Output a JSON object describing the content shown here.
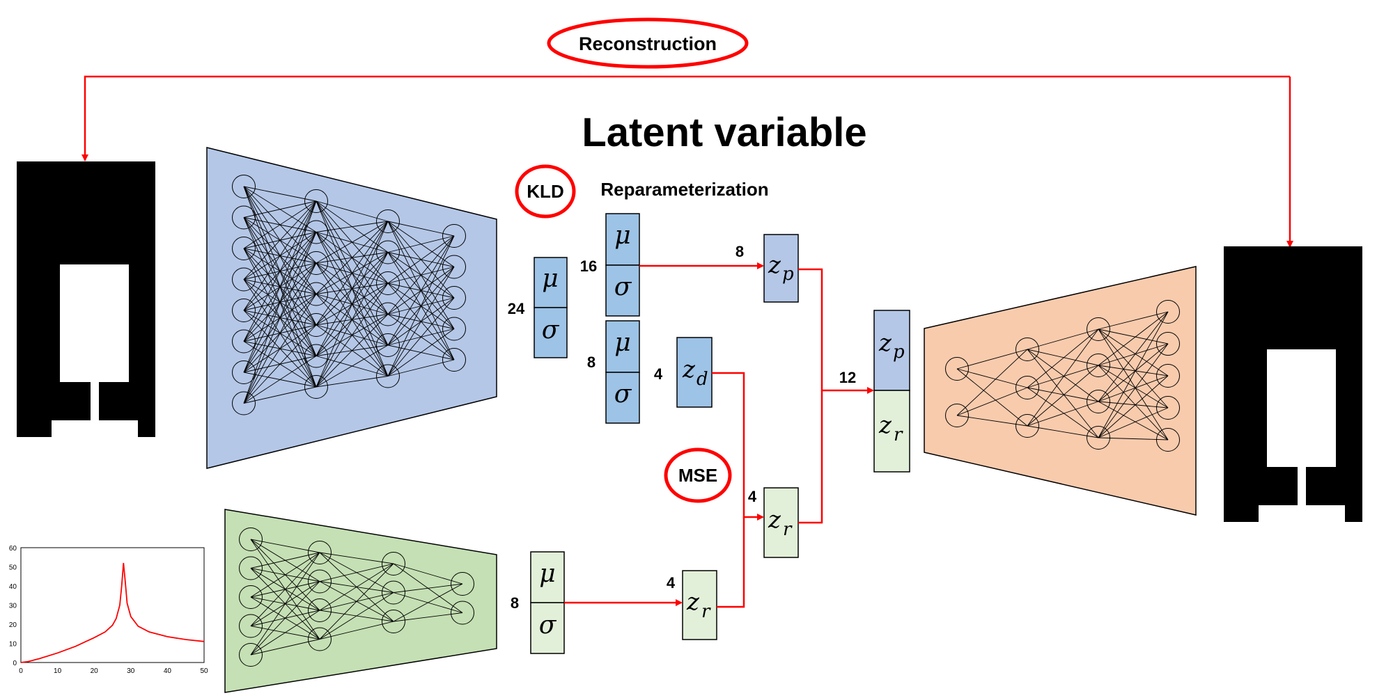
{
  "title": "Latent variable",
  "labels": {
    "reconstruction": "Reconstruction",
    "kld": "KLD",
    "mse": "MSE",
    "reparameterization": "Reparameterization"
  },
  "symbols": {
    "mu": "μ",
    "sigma": "σ",
    "z": "z",
    "p": "p",
    "d": "d",
    "r": "r"
  },
  "dims": {
    "enc_top": "24",
    "split_p": "16",
    "split_d": "8",
    "zd": "4",
    "zp": "8",
    "enc_bottom": "8",
    "zr_bottom": "4",
    "zr_mid": "4",
    "concat": "12"
  },
  "colors": {
    "encoder_top": "#b4c7e7",
    "encoder_bottom": "#c5e0b4",
    "decoder": "#f8cbad",
    "latent_blue": "#9dc3e6",
    "latent_p": "#b4c7e7",
    "latent_r": "#e2f0d9",
    "arrow": "#ff0000"
  },
  "icons": [
    "antenna-shape-image",
    "antenna-shape-image-reconstructed"
  ],
  "chart_data": {
    "type": "line",
    "x_ticks": [
      "0",
      "10",
      "20",
      "30",
      "40",
      "50"
    ],
    "y_ticks": [
      "0",
      "10",
      "20",
      "30",
      "40",
      "50",
      "60"
    ],
    "xlim": [
      0,
      50
    ],
    "ylim": [
      0,
      60
    ],
    "series": [
      {
        "color": "#ff0000",
        "x": [
          0,
          2,
          5,
          10,
          15,
          20,
          23,
          25,
          26,
          27,
          27.5,
          28,
          28.5,
          29,
          30,
          32,
          35,
          40,
          45,
          50
        ],
        "y": [
          0,
          0.5,
          2,
          5,
          8.5,
          13,
          16,
          19.5,
          23,
          30,
          40,
          52,
          42,
          31,
          24,
          19,
          16,
          13.5,
          12,
          11
        ]
      }
    ]
  }
}
